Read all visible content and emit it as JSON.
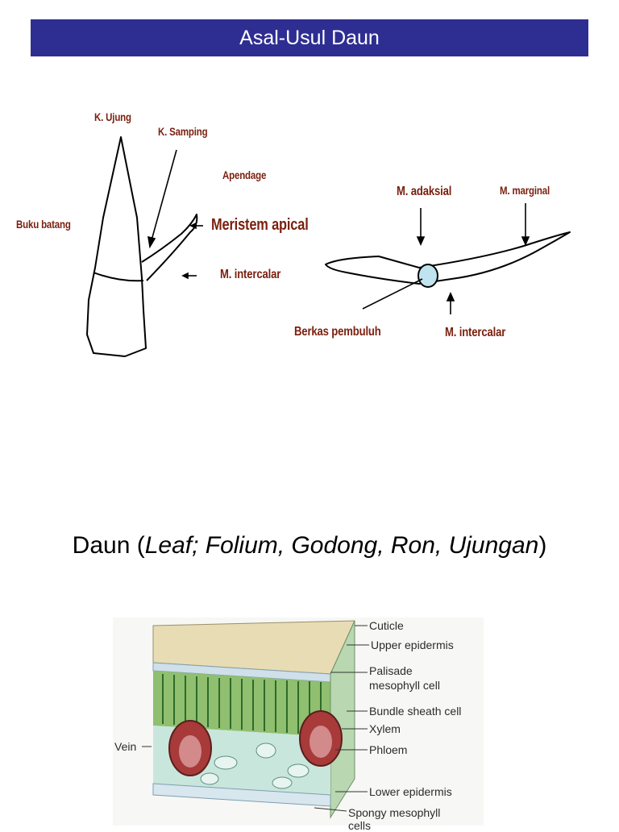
{
  "title": "Asal-Usul Daun",
  "diagram_left": {
    "k_ujung": "K. Ujung",
    "k_samping": "K. Samping",
    "apendage": "Apendage",
    "buku_batang": "Buku batang",
    "meristem_apical": "Meristem apical",
    "m_intercalar": "M. intercalar"
  },
  "diagram_right": {
    "m_adaksial": "M. adaksial",
    "m_marginal": "M. marginal",
    "berkas_pembuluh": "Berkas pembuluh",
    "m_intercalar": "M. intercalar"
  },
  "caption": {
    "word": "Daun",
    "open": " (",
    "italic": "Leaf; Folium, Godong, Ron, Ujungan",
    "close": ")"
  },
  "leaf_figure": {
    "cuticle": "Cuticle",
    "upper_epidermis": "Upper epidermis",
    "palisade_1": "Palisade",
    "palisade_2": "mesophyll cell",
    "bundle_sheath": "Bundle sheath cell",
    "xylem": "Xylem",
    "phloem": "Phloem",
    "vein": "Vein",
    "lower_epidermis": "Lower epidermis",
    "spongy_1": "Spongy mesophyll",
    "spongy_2": "cells"
  },
  "colors": {
    "title_bar": "#2e2e92",
    "label_brown": "#7a1f0e",
    "bundle_fill": "#bfe3ef"
  }
}
